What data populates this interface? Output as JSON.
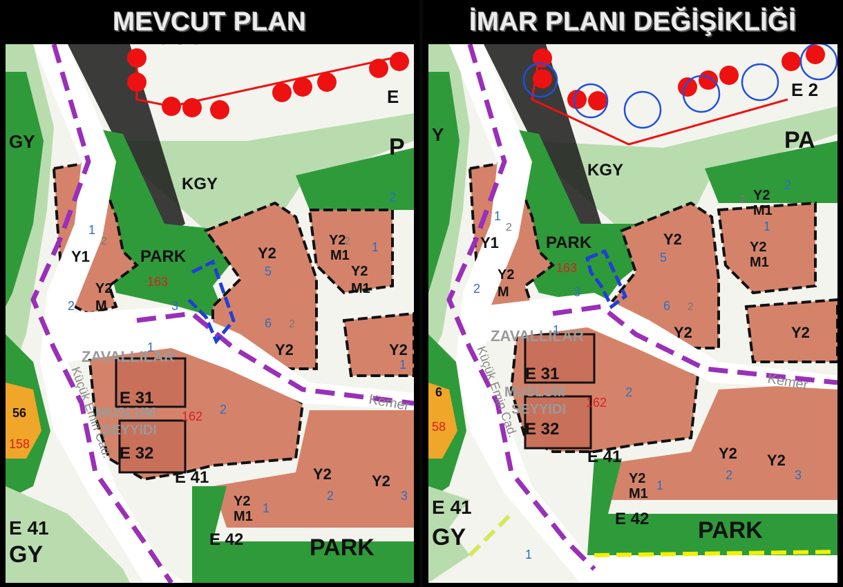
{
  "panels": [
    {
      "title": "MEVCUT PLAN",
      "labels": {
        "kgy": "KGY",
        "park_top": "PARK",
        "park_bottom": "PARK",
        "p_top": "P",
        "e_top": "E",
        "y1": "Y1",
        "y2_m_a": "Y2",
        "y2_m_b": "M",
        "y2_a": "Y2",
        "y2_b": "Y2",
        "y2m1_a1": "Y2",
        "y2m1_a2": "M1",
        "y2m1_b1": "Y2",
        "y2m1_b2": "M1",
        "y2_c": "Y2",
        "y2_d": "Y2",
        "y2_e": "Y2",
        "y2m1_c1": "Y2",
        "y2m1_c2": "M1",
        "e31": "E 31",
        "e32": "E 32",
        "e41": "E 41",
        "e42": "E 42",
        "e41_left": "E 41",
        "gy_left": "GY",
        "gy_top": "GY",
        "zavallilar": "ZAVALLILAR",
        "muslum": "MUSLUM",
        "seyyidi": "SEYYIDI",
        "kucuk_road": "Küçük Emin Cad.",
        "kemer_road": "Kemer",
        "kupru": "KÜPRÜSÜ",
        "n163": "163",
        "n162": "162",
        "n158": "158",
        "n56": "56",
        "nums": [
          "1",
          "2",
          "2",
          "3",
          "5",
          "6",
          "2",
          "1",
          "2",
          "2",
          "1",
          "2",
          "2",
          "1",
          "3",
          "1"
        ]
      }
    },
    {
      "title": "İMAR PLANI DEĞİŞİKLİĞİ",
      "labels": {
        "kgy": "KGY",
        "park_top": "PARK",
        "park_bottom": "PARK",
        "p_top": "PA",
        "e_top": "E 2",
        "y1": "Y1",
        "y2_m_a": "Y2",
        "y2_m_b": "M",
        "y2_a": "Y2",
        "y2_b": "Y2",
        "y2m1_a1": "Y2",
        "y2m1_a2": "M1",
        "y2m1_b1": "Y2",
        "y2m1_b2": "M1",
        "y2_c": "Y2",
        "y2_d": "Y2",
        "y2_e": "Y2",
        "y2m1_c1": "Y2",
        "y2m1_c2": "M1",
        "e31": "E 31",
        "e32": "E 32",
        "e41": "E 41",
        "e42": "E 42",
        "e41_left": "E 41",
        "gy_left": "GY",
        "gy_top": "Y",
        "zavallilar": "ZAVALLILAR",
        "muslum": "MUSLUM",
        "seyyidi": "SEYYIDI",
        "kucuk_road": "Küçük Emin Cad.",
        "kemer_road": "Kemer",
        "kupru": "",
        "n163": "163",
        "n162": "162",
        "n158": "58",
        "n56": "6",
        "nums": [
          "1",
          "2",
          "2",
          "3",
          "5",
          "6",
          "2",
          "1",
          "2",
          "2",
          "1",
          "2",
          "2",
          "1",
          "3",
          "1"
        ]
      }
    }
  ],
  "colors": {
    "residential": "#d4836a",
    "park": "#2f9a3a",
    "kgy": "#b7ddb0",
    "road": "#ffffff",
    "boundary": "#9a2fb8",
    "blue_outline": "#1f3fd8",
    "red_dots": "#ee1111"
  }
}
